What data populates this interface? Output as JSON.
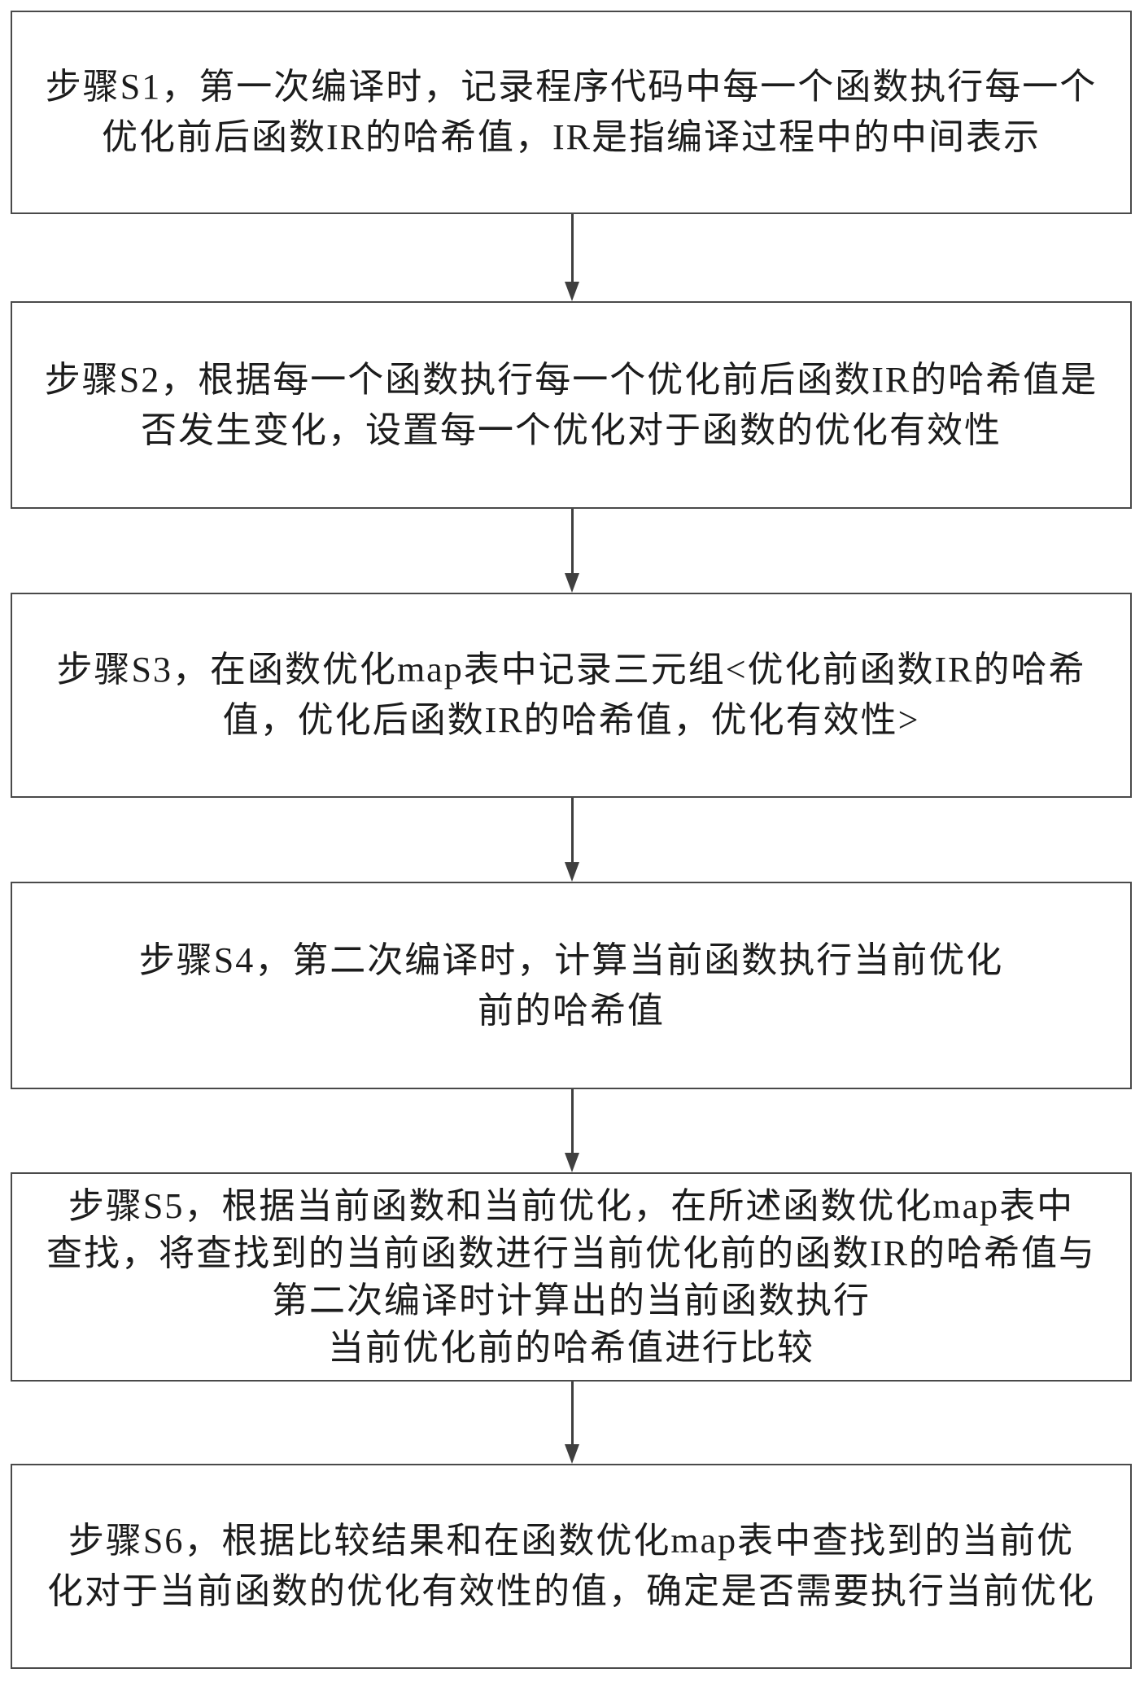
{
  "diagram": {
    "type": "flowchart",
    "direction": "top-down",
    "colors": {
      "background": "#ffffff",
      "box_border": "#4a4a4a",
      "text": "#1c1c1c",
      "arrow": "#3f3f3f"
    },
    "steps": [
      {
        "id": "S1",
        "lines": [
          "步骤S1，第一次编译时，记录程序代码中每一个函数执行每一个",
          "优化前后函数IR的哈希值，IR是指编译过程中的中间表示"
        ]
      },
      {
        "id": "S2",
        "lines": [
          "步骤S2，根据每一个函数执行每一个优化前后函数IR的哈希值是",
          "否发生变化，设置每一个优化对于函数的优化有效性"
        ]
      },
      {
        "id": "S3",
        "lines": [
          "步骤S3，在函数优化map表中记录三元组<优化前函数IR的哈希",
          "值，优化后函数IR的哈希值，优化有效性>"
        ]
      },
      {
        "id": "S4",
        "lines": [
          "步骤S4，第二次编译时，计算当前函数执行当前优化",
          "前的哈希值"
        ]
      },
      {
        "id": "S5",
        "lines": [
          "步骤S5，根据当前函数和当前优化，在所述函数优化map表中",
          "查找，将查找到的当前函数进行当前优化前的函数IR的哈希值与",
          "第二次编译时计算出的当前函数执行",
          "当前优化前的哈希值进行比较"
        ]
      },
      {
        "id": "S6",
        "lines": [
          "步骤S6，根据比较结果和在函数优化map表中查找到的当前优",
          "化对于当前函数的优化有效性的值，确定是否需要执行当前优化"
        ]
      }
    ]
  }
}
